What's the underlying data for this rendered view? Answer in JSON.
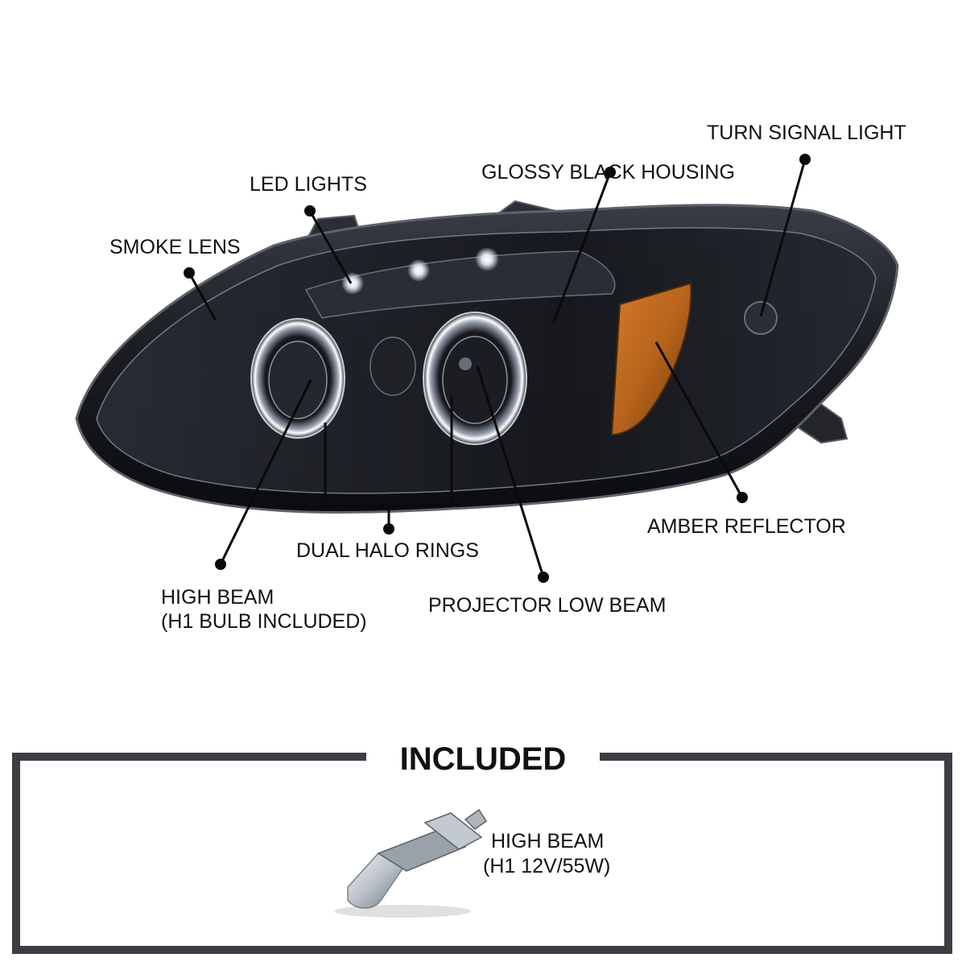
{
  "callouts": {
    "turn_signal": "TURN SIGNAL LIGHT",
    "glossy_housing": "GLOSSY BLACK HOUSING",
    "led_lights": "LED LIGHTS",
    "smoke_lens": "SMOKE LENS",
    "amber_reflector": "AMBER REFLECTOR",
    "dual_halo": "DUAL HALO RINGS",
    "high_beam_line1": "HIGH BEAM",
    "high_beam_line2": "(H1 BULB INCLUDED)",
    "projector_low": "PROJECTOR LOW BEAM"
  },
  "included": {
    "title": "INCLUDED",
    "item_line1": "HIGH BEAM",
    "item_line2": "(H1 12V/55W)"
  },
  "colors": {
    "housing": "#1a1c22",
    "amber": "#b8641c",
    "frame": "#3b3f44",
    "text": "#111111"
  }
}
